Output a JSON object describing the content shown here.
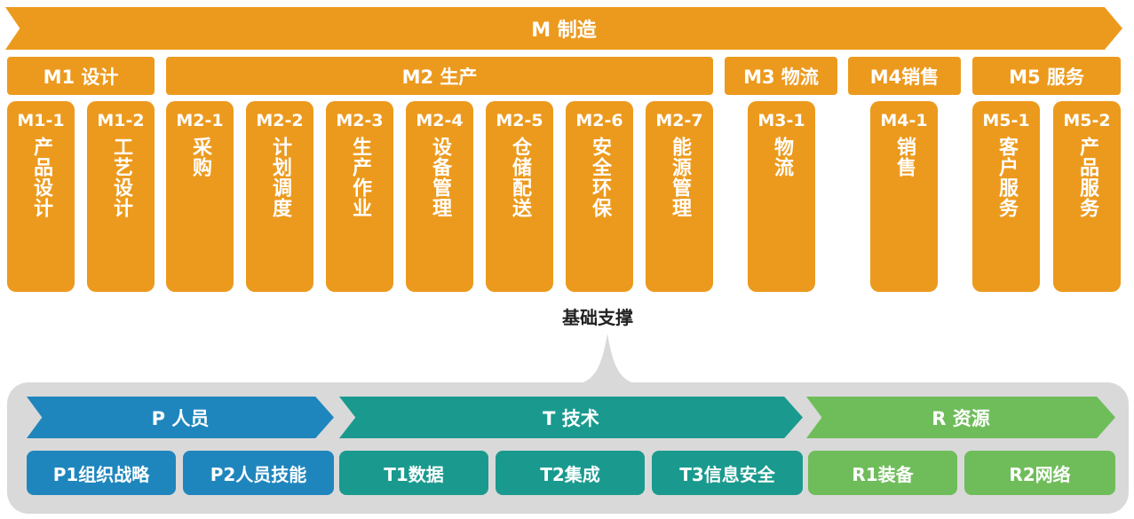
{
  "banner": {
    "title": "M 制造"
  },
  "categories": [
    {
      "label": "M1 设计"
    },
    {
      "label": "M2 生产"
    },
    {
      "label": "M3 物流"
    },
    {
      "label": "M4销售"
    },
    {
      "label": "M5 服务"
    }
  ],
  "modules": [
    {
      "code": "M1-1",
      "name": "产品设计"
    },
    {
      "code": "M1-2",
      "name": "工艺设计"
    },
    {
      "code": "M2-1",
      "name": "采购"
    },
    {
      "code": "M2-2",
      "name": "计划调度"
    },
    {
      "code": "M2-3",
      "name": "生产作业"
    },
    {
      "code": "M2-4",
      "name": "设备管理"
    },
    {
      "code": "M2-5",
      "name": "仓储配送"
    },
    {
      "code": "M2-6",
      "name": "安全环保"
    },
    {
      "code": "M2-7",
      "name": "能源管理"
    },
    {
      "code": "M3-1",
      "name": "物流"
    },
    {
      "code": "M4-1",
      "name": "销售"
    },
    {
      "code": "M5-1",
      "name": "客户服务"
    },
    {
      "code": "M5-2",
      "name": "产品服务"
    }
  ],
  "support": {
    "title": "基础支撑",
    "pillars": [
      {
        "label": "P 人员",
        "items": [
          "P1组织战略",
          "P2人员技能"
        ]
      },
      {
        "label": "T 技术",
        "items": [
          "T1数据",
          "T2集成",
          "T3信息安全"
        ]
      },
      {
        "label": "R 资源",
        "items": [
          "R1装备",
          "R2网络"
        ]
      }
    ]
  },
  "colors": {
    "orange": "#ec9a1e",
    "blue": "#1f86bd",
    "teal": "#1a9a8e",
    "green": "#6fbd5a",
    "gray": "#d9d9d9"
  }
}
